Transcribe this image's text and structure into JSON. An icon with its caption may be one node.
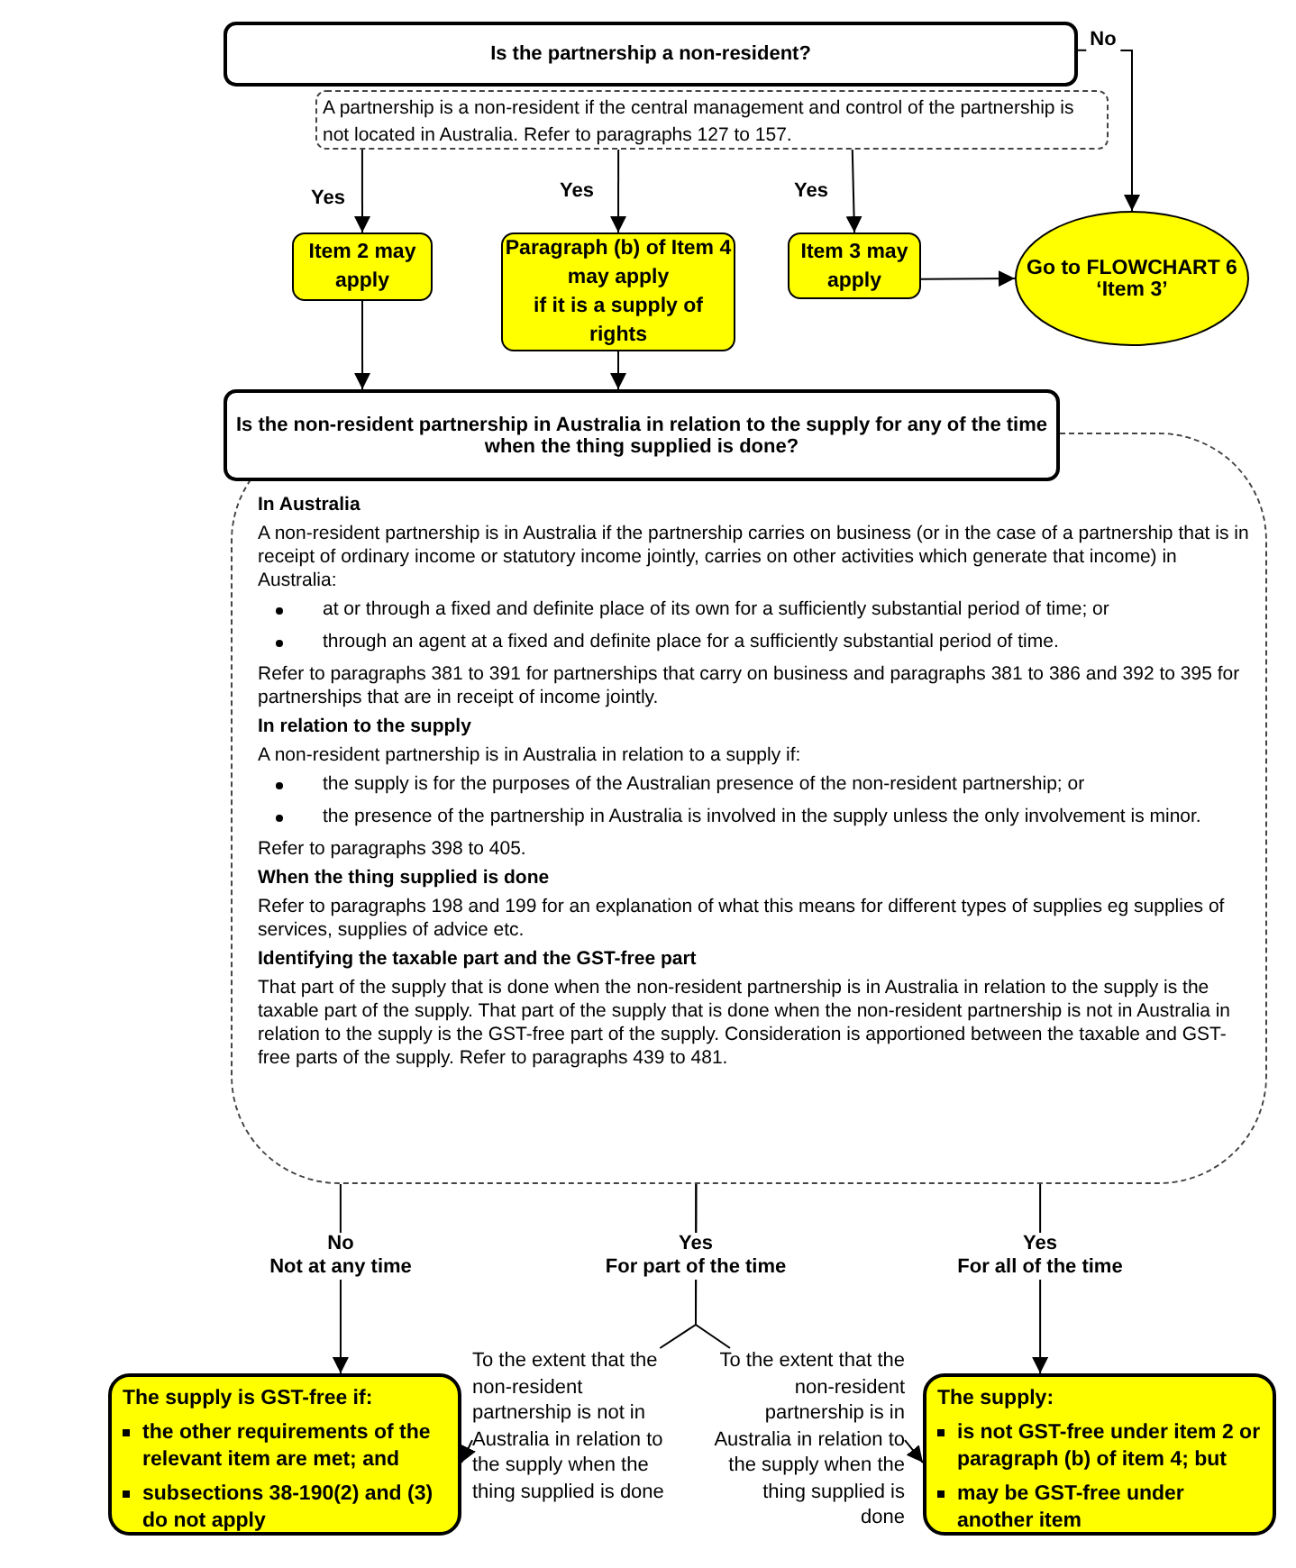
{
  "diagram": {
    "nodes": [
      {
        "text": [
          "Is the partnership a non-resident?"
        ]
      },
      {
        "text": [
          "A partnership is a non-resident if the central management and control of the partnership is not located in Australia. Refer to paragraphs 127 to 157."
        ]
      },
      {
        "text": [
          "Item 2 may apply"
        ]
      },
      {
        "text": [
          "Paragraph (b) of Item 4 may apply",
          "if it is a supply of rights"
        ]
      },
      {
        "text": [
          "Item 3 may apply"
        ]
      },
      {
        "text": [
          "Go to FLOWCHART 6 ‘Item 3’"
        ]
      },
      {
        "text": [
          "Is the non-resident partnership in Australia in relation to the supply for any of the time when the thing supplied is done?"
        ]
      },
      {
        "text": [
          "In Australia",
          "A non-resident partnership is in Australia if the partnership carries on business (or in the case of a partnership that is in receipt of ordinary income or statutory income jointly, carries on other activities which generate that income) in Australia:",
          "at or through a fixed and definite place of its own for a sufficiently substantial period of time; or",
          "through an agent at a fixed and definite place for a sufficiently substantial period of time.",
          "Refer to paragraphs 381 to 391 for partnerships that carry on business and paragraphs 381 to 386 and 392 to 395 for partnerships that are in receipt of income jointly.",
          "In relation to the supply",
          "A non-resident partnership is in Australia in relation to a supply if:",
          "the supply is for the purposes of the Australian presence of the non-resident partnership; or",
          "the presence of the partnership in Australia is involved in the supply unless the only involvement is minor.",
          "Refer to paragraphs 398 to 405.",
          "When the thing supplied is done",
          "Refer to paragraphs 198 and 199 for an explanation of what this means for different types of supplies eg supplies of services, supplies of advice etc.",
          "Identifying the taxable part and the GST-free part",
          "That part of the supply that is done when the non-resident partnership is in Australia in relation to the supply is the taxable part of the supply. That part of the supply that is done when the non-resident partnership is not in Australia in relation to the supply is the GST-free part of the supply. Consideration is apportioned between the taxable and GST-free parts of the supply. Refer to paragraphs 439 to 481."
        ]
      },
      {
        "text": [
          "The supply is GST-free if:",
          "the other requirements of the relevant item are met; and",
          "subsections 38-190(2) and (3) do not apply"
        ]
      },
      {
        "text": [
          "To the extent that the non-resident partnership is not in Australia in relation to the supply when the thing supplied is done"
        ]
      },
      {
        "text": [
          "To the extent that the non-resident partnership is in Australia in relation to the supply when the thing supplied is done"
        ]
      },
      {
        "text": [
          "The supply:",
          "is not GST-free under item 2 or paragraph (b) of item 4; but",
          "may be GST-free under another item"
        ]
      }
    ],
    "edges": [
      {
        "from": 0,
        "to": 5,
        "arrow": "to",
        "label": "No"
      },
      {
        "from": 1,
        "to": 2,
        "arrow": "to",
        "label": "Yes"
      },
      {
        "from": 1,
        "to": 3,
        "arrow": "to",
        "label": "Yes"
      },
      {
        "from": 1,
        "to": 4,
        "arrow": "to",
        "label": "Yes"
      },
      {
        "from": 4,
        "to": 5,
        "arrow": "to"
      },
      {
        "from": 2,
        "to": 6,
        "arrow": "to"
      },
      {
        "from": 3,
        "to": 6,
        "arrow": "to"
      },
      {
        "from": 7,
        "to": 8,
        "arrow": "to",
        "label": "**No** Not at any time"
      },
      {
        "from": 7,
        "to": 9,
        "arrow": "none",
        "label": "**Yes** For part of the time"
      },
      {
        "from": 7,
        "to": 10,
        "arrow": "none"
      },
      {
        "from": 9,
        "to": 8,
        "arrow": "to"
      },
      {
        "from": 10,
        "to": 11,
        "arrow": "to"
      },
      {
        "from": 7,
        "to": 11,
        "arrow": "to",
        "label": "**Yes** For all of the time"
      }
    ]
  }
}
